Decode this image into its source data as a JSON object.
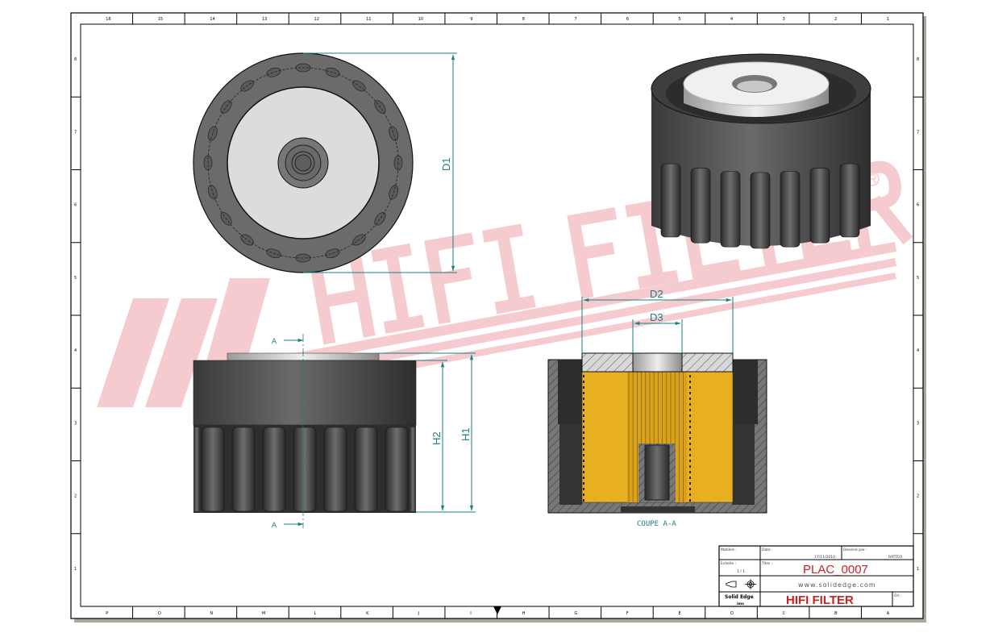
{
  "sheet": {
    "top_zone_labels": [
      "16",
      "15",
      "14",
      "13",
      "12",
      "11",
      "10",
      "9",
      "8",
      "7",
      "6",
      "5",
      "4",
      "3",
      "2",
      "1"
    ],
    "bottom_zone_labels": [
      "P",
      "O",
      "N",
      "M",
      "L",
      "K",
      "J",
      "I",
      "H",
      "G",
      "F",
      "E",
      "D",
      "C",
      "B",
      "A"
    ],
    "side_zone_labels": [
      "8",
      "7",
      "6",
      "5",
      "4",
      "3",
      "2",
      "1"
    ]
  },
  "watermark": {
    "text": "HIFI FILTER",
    "mark": "®",
    "color": "#f5c6cc"
  },
  "views": {
    "top_view": {
      "dimension": "D1"
    },
    "side_view": {
      "section_marker_top": "A",
      "section_marker_bottom": "A",
      "dimension_h1": "H1",
      "dimension_h2": "H2"
    },
    "section_view": {
      "dimension_d2": "D2",
      "dimension_d3": "D3",
      "caption": "COUPE A-A"
    }
  },
  "colors": {
    "dimension": "#1a7f7f",
    "filter_media": "#e8b020",
    "body": "#555555",
    "title_red": "#cc1f1f"
  },
  "title_block": {
    "material_label": "Matière :",
    "date_label": "Date :",
    "date": "17/11/2010",
    "drawn_by_label": "Dessiné par :",
    "drawn_by": "RATTEO",
    "scale_label": "Echelle :",
    "scale": "1 / 1",
    "title_label": "Titre :",
    "part_number": "PLAC_0007",
    "website": "www.solidedge.com",
    "software": "Solid Edge",
    "software_sub": "ims",
    "company": "HIFI FILTER",
    "ori_label": "Ori :"
  }
}
